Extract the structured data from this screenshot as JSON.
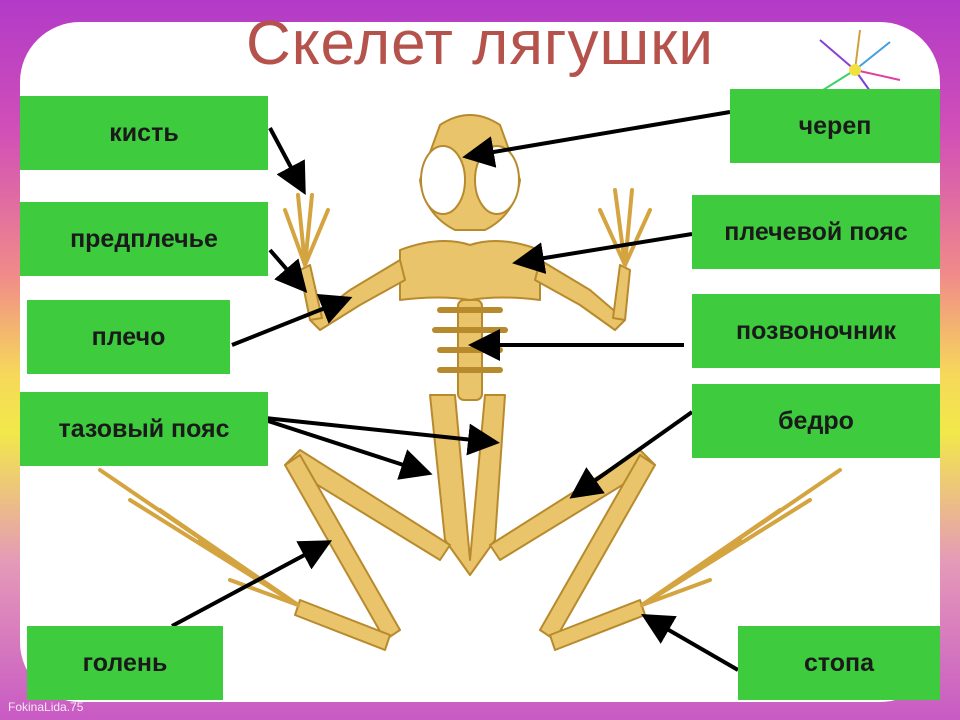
{
  "title": "Скелет лягушки",
  "credit": "FokinaLida.75",
  "labels": {
    "kist": "кисть",
    "predpleche": "предплечье",
    "plecho": "плечо",
    "tazovy": "тазовый пояс",
    "golen": "голень",
    "cherep": "череп",
    "plechevoy": "плечевой пояс",
    "pozvonochnik": "позвоночник",
    "bedro": "бедро",
    "stopa": "стопа"
  },
  "colors": {
    "label_bg": "#3ecb3e",
    "title": "#b5524c",
    "bone": "#e9c46a"
  }
}
